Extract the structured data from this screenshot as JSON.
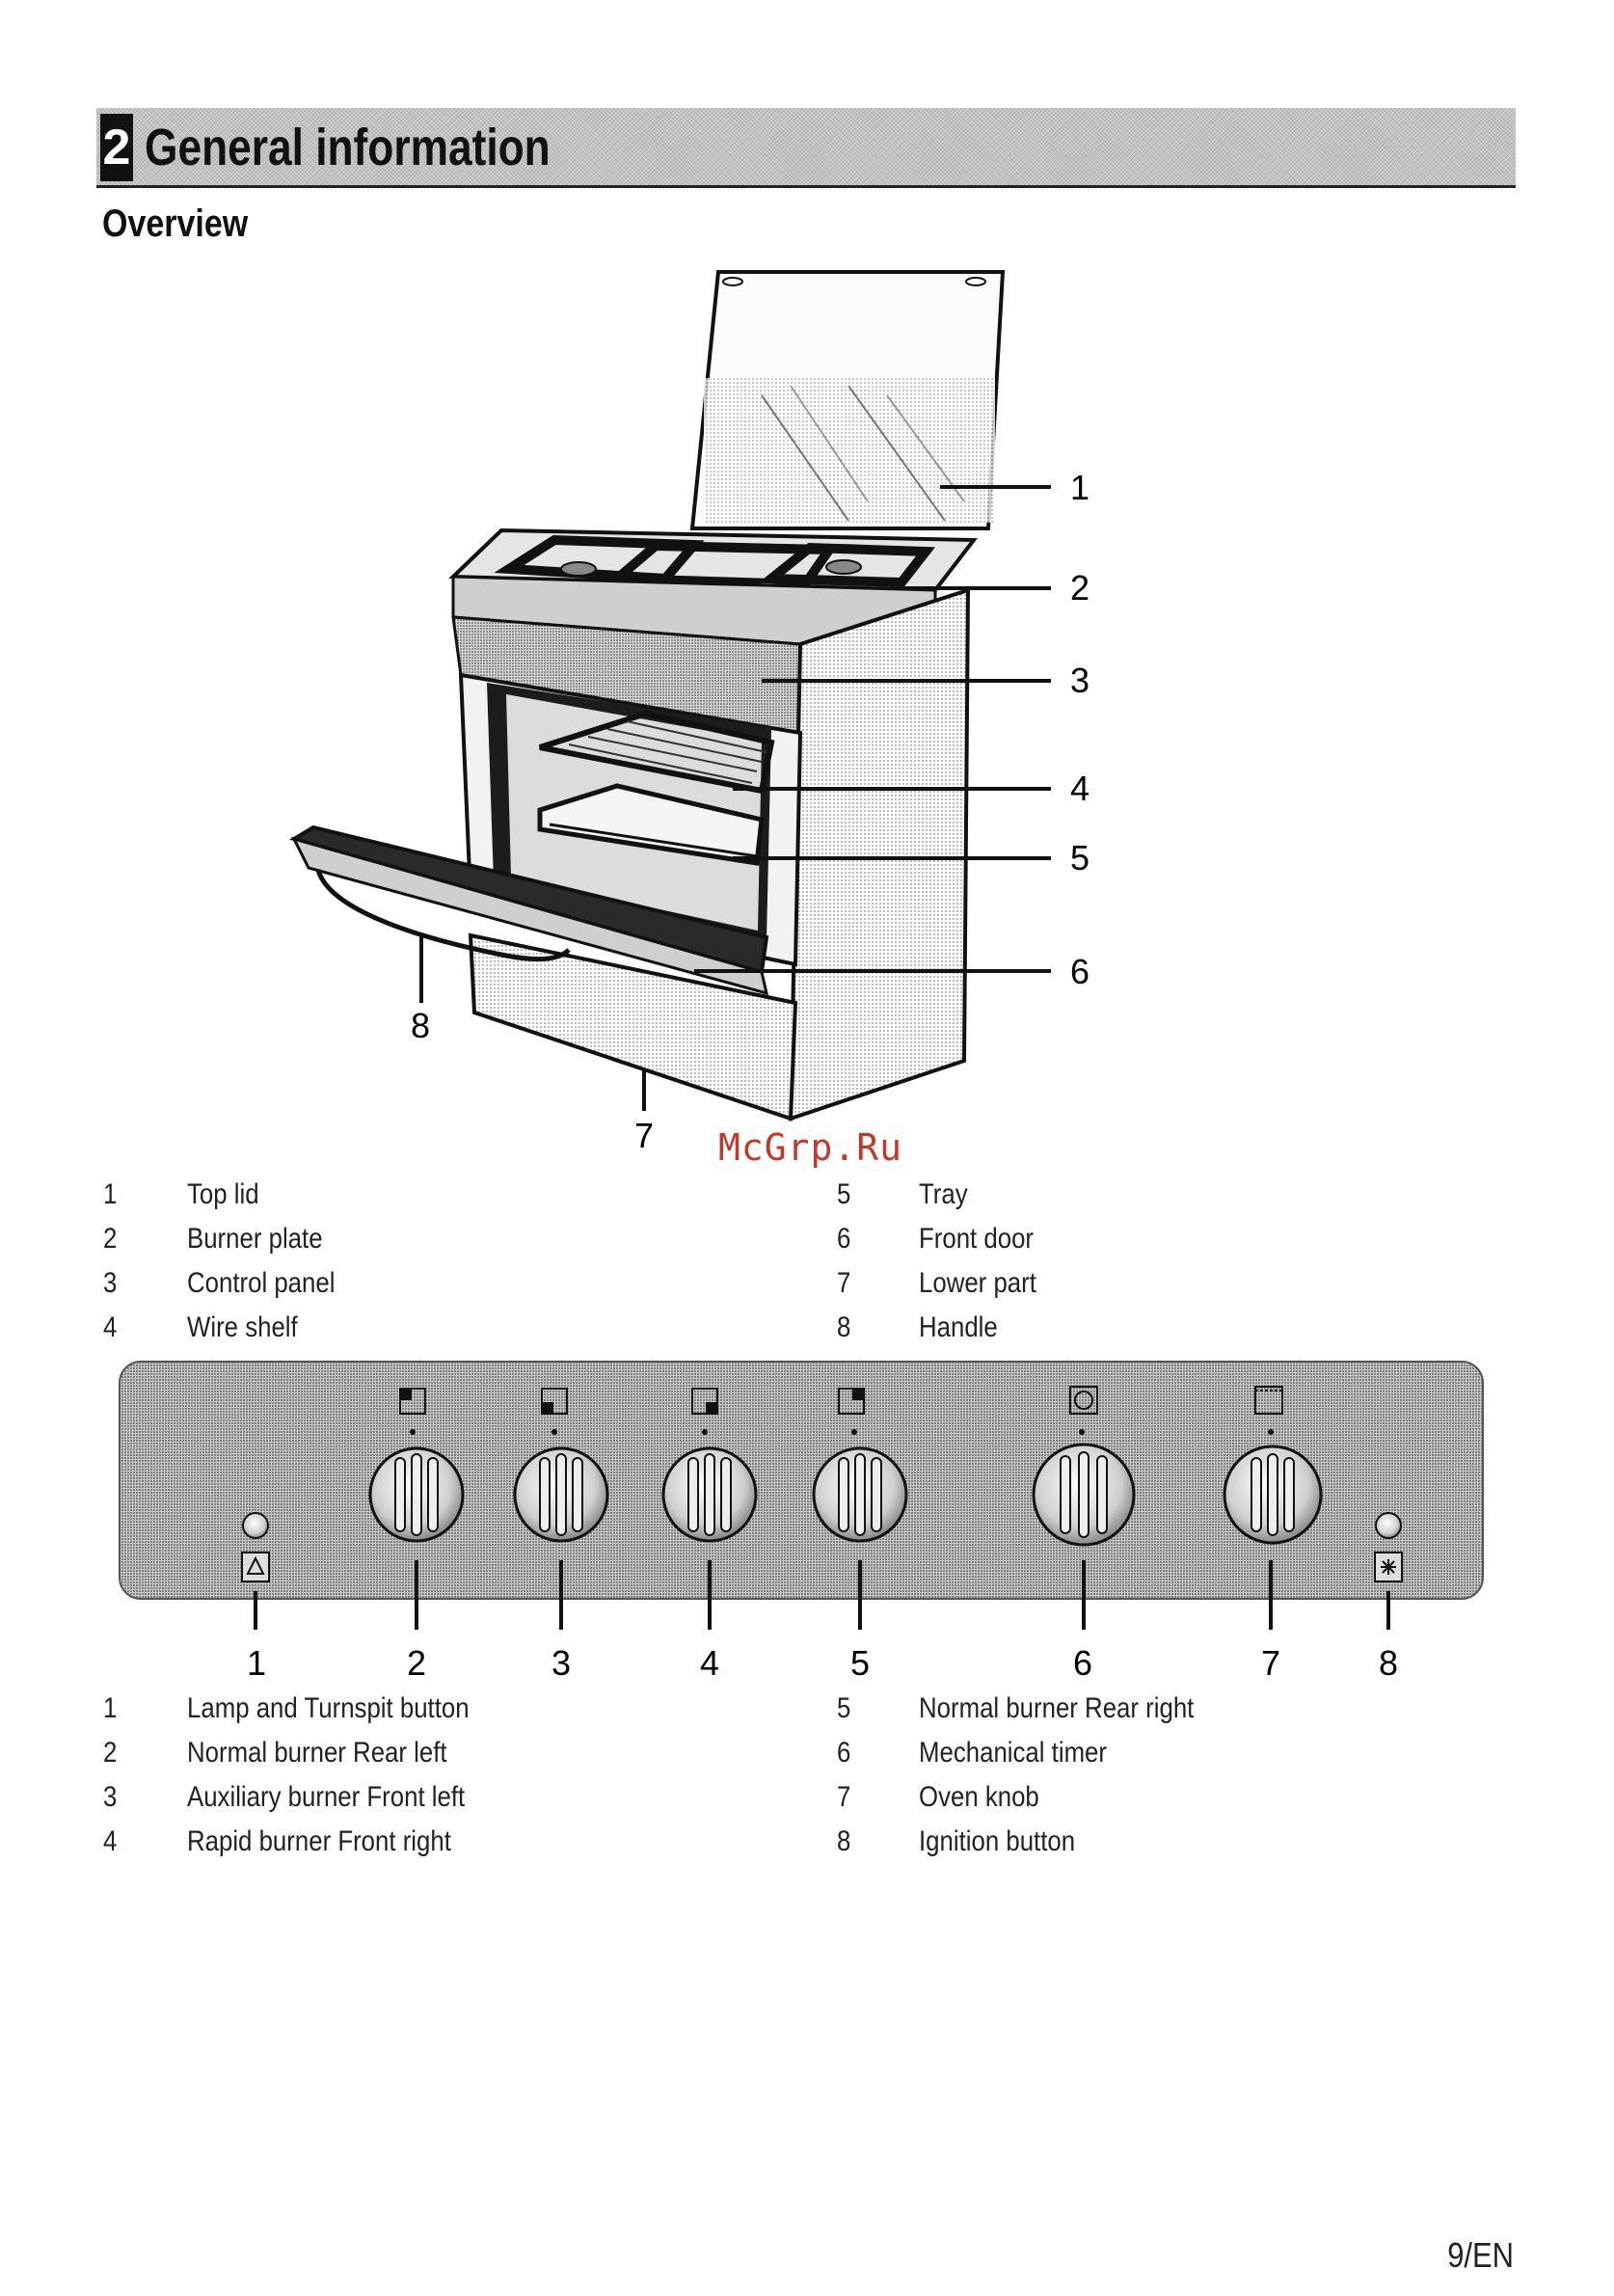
{
  "header": {
    "section_number": "2",
    "section_title": "General information"
  },
  "overview": {
    "title": "Overview",
    "callouts": [
      "1",
      "2",
      "3",
      "4",
      "5",
      "6",
      "7",
      "8"
    ],
    "legend_left": [
      {
        "num": "1",
        "text": "Top lid"
      },
      {
        "num": "2",
        "text": "Burner plate"
      },
      {
        "num": "3",
        "text": "Control panel"
      },
      {
        "num": "4",
        "text": "Wire shelf"
      }
    ],
    "legend_right": [
      {
        "num": "5",
        "text": "Tray"
      },
      {
        "num": "6",
        "text": "Front door"
      },
      {
        "num": "7",
        "text": "Lower part"
      },
      {
        "num": "8",
        "text": "Handle"
      }
    ]
  },
  "watermark": "McGrp.Ru",
  "control_panel": {
    "callouts": [
      "1",
      "2",
      "3",
      "4",
      "5",
      "6",
      "7",
      "8"
    ],
    "legend_left": [
      {
        "num": "1",
        "text": "Lamp and Turnspit button"
      },
      {
        "num": "2",
        "text": "Normal burner Rear left"
      },
      {
        "num": "3",
        "text": "Auxiliary burner Front left"
      },
      {
        "num": "4",
        "text": "Rapid burner Front right"
      }
    ],
    "legend_right": [
      {
        "num": "5",
        "text": "Normal burner Rear right"
      },
      {
        "num": "6",
        "text": "Mechanical timer"
      },
      {
        "num": "7",
        "text": "Oven knob"
      },
      {
        "num": "8",
        "text": "Ignition button"
      }
    ]
  },
  "footer": {
    "page_number": "9/EN"
  }
}
